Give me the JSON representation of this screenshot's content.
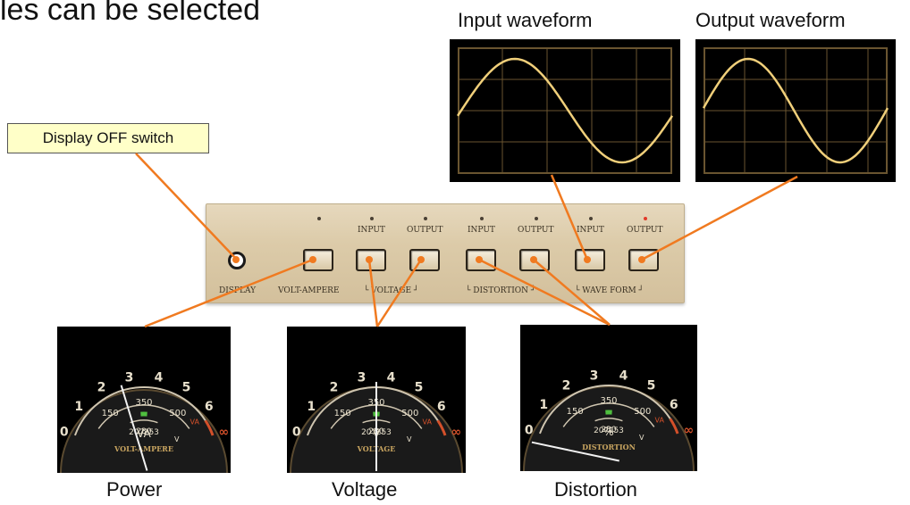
{
  "title": "les can be selected",
  "waveforms": {
    "input_label": "Input waveform",
    "output_label": "Output waveform"
  },
  "callout": {
    "display_off": "Display OFF switch"
  },
  "panel": {
    "display_label": "DISPLAY",
    "volt_ampere_label": "VOLT-AMPERE",
    "buttons": [
      {
        "top": "",
        "led": "off"
      },
      {
        "top": "INPUT",
        "led": "off"
      },
      {
        "top": "OUTPUT",
        "led": "off"
      },
      {
        "top": "INPUT",
        "led": "off"
      },
      {
        "top": "OUTPUT",
        "led": "off"
      },
      {
        "top": "INPUT",
        "led": "off"
      },
      {
        "top": "OUTPUT",
        "led": "on"
      }
    ],
    "group_voltage": "VOLTAGE",
    "group_distortion": "DISTORTION",
    "group_waveform": "WAVE FORM"
  },
  "meter_scale": {
    "outer": [
      "0",
      "1",
      "2",
      "3",
      "4",
      "5",
      "6",
      "∞"
    ],
    "mid": [
      "150",
      "350",
      "500"
    ],
    "inner": [
      "207",
      "230",
      "253"
    ],
    "va": "VA",
    "v": "V"
  },
  "meters": [
    {
      "unit": "VA",
      "name": "VOLT-AMPERE",
      "caption": "Power",
      "needle": 0.38
    },
    {
      "unit": "V",
      "name": "VOLTAGE",
      "caption": "Voltage",
      "needle": 0.5
    },
    {
      "unit": "%",
      "name": "DISTORTION",
      "caption": "Distortion",
      "needle": 0.0
    }
  ],
  "colors": {
    "leader": "#f07a20",
    "trace": "#f0cf7a",
    "grid": "#6a5530",
    "led_on": "#e23a2a"
  }
}
